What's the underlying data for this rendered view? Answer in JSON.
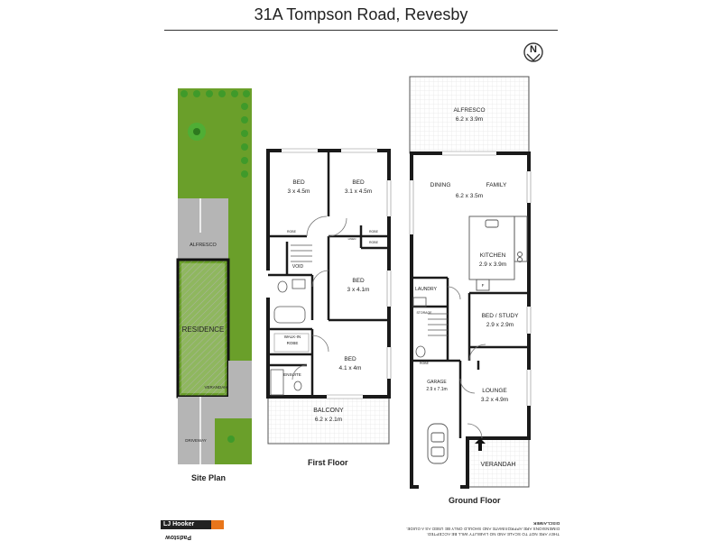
{
  "header": {
    "title": "31A Tompson Road, Revesby"
  },
  "compass": {
    "letter": "N"
  },
  "site_plan": {
    "caption": "Site Plan",
    "labels": {
      "alfresco": "ALFRESCO",
      "residence": "RESIDENCE",
      "verandah": "VERANDAH",
      "driveway": "DRIVEWAY"
    }
  },
  "first_floor": {
    "caption": "First Floor",
    "rooms": {
      "bed1_name": "BED",
      "bed1_size": "3 x 4.5m",
      "bed2_name": "BED",
      "bed2_size": "3.1 x 4.5m",
      "bed3_name": "BED",
      "bed3_size": "3 x 4.1m",
      "bed4_name": "BED",
      "bed4_size": "4.1 x 4m",
      "robe_left": "ROBE",
      "robe_right": "ROBE",
      "linen": "LINEN",
      "robe_lower": "ROBE",
      "void": "VOID",
      "walkin_line1": "WALK-IN",
      "walkin_line2": "ROBE",
      "ensuite": "ENSUITE",
      "balcony_name": "BALCONY",
      "balcony_size": "6.2 x 2.1m"
    }
  },
  "ground_floor": {
    "caption": "Ground Floor",
    "rooms": {
      "alfresco_name": "ALFRESCO",
      "alfresco_size": "6.2 x 3.9m",
      "dining": "DINING",
      "family": "FAMILY",
      "dining_family_size": "6.2 x 3.5m",
      "kitchen_name": "KITCHEN",
      "kitchen_size": "2.9 x 3.9m",
      "fridge": "F",
      "laundry": "LAUNDRY",
      "storage": "STORAGE",
      "bed_study_name": "BED / STUDY",
      "bed_study_size": "2.9 x 2.9m",
      "robe": "ROBE",
      "garage_name": "GARAGE",
      "garage_size": "2.9 x 7.1m",
      "lounge_name": "LOUNGE",
      "lounge_size": "3.2 x 4.9m",
      "verandah": "VERANDAH"
    }
  },
  "footer": {
    "brand": "LJ Hooker",
    "office": "Padstow",
    "disclaimer_heading": "DISCLAIMER",
    "disclaimer_line1": "DIMENSIONS ARE APPROXIMATE AND SHOULD ONLY BE USED AS A GUIDE.",
    "disclaimer_line2": "THEY ARE NOT TO SCALE AND NO LIABILITY WILL BE ACCEPTED."
  },
  "colors": {
    "lawn": "#6a9f2a",
    "paving": "#b5b5b5",
    "wall": "#1a1a1a",
    "accent": "#e8751a"
  }
}
